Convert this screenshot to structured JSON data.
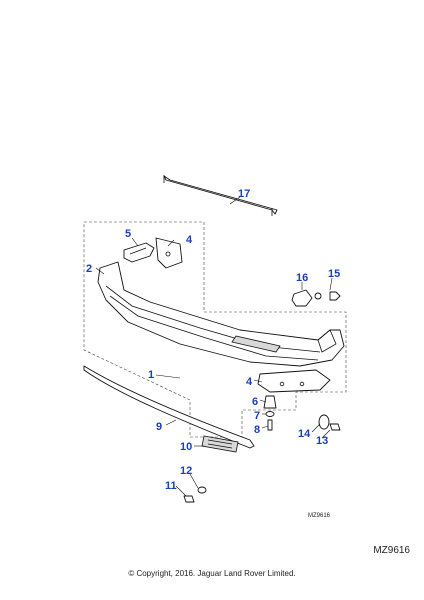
{
  "diagram": {
    "callouts": {
      "c1": "1",
      "c2": "2",
      "c4a": "4",
      "c4b": "4",
      "c5": "5",
      "c6": "6",
      "c7": "7",
      "c8": "8",
      "c9": "9",
      "c10": "10",
      "c11": "11",
      "c12": "12",
      "c13": "13",
      "c14": "14",
      "c15": "15",
      "c16": "16",
      "c17": "17"
    },
    "illustration_code": "MZ9616"
  },
  "footer": {
    "code": "MZ9616",
    "copyright": "© Copyright, 2016. Jaguar Land Rover Limited."
  },
  "colors": {
    "callout": "#1a3fb8",
    "line": "#111111",
    "background": "#ffffff"
  }
}
